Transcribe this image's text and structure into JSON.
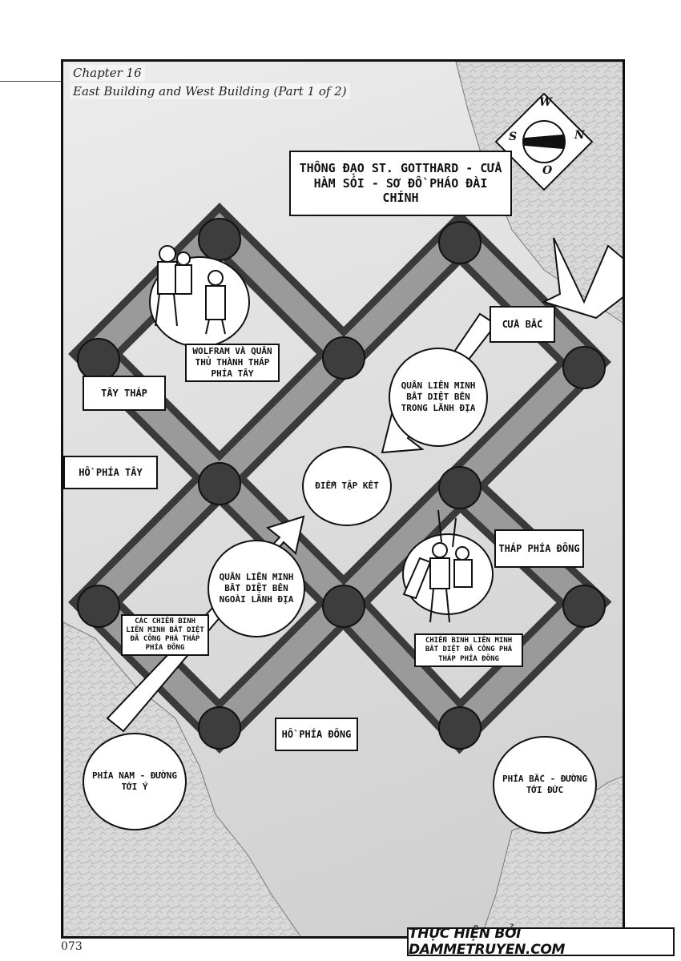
{
  "header": {
    "chapter": "Chapter 16",
    "subtitle": "East Building and West Building (Part 1 of 2)"
  },
  "compass": {
    "w": "W",
    "n": "N",
    "s": "S",
    "o": "O"
  },
  "title_box": "THÔNG ĐẠO ST. GOTTHARD - CỬA HÀM SÓI - SƠ ĐỒ PHÁO ĐÀI CHÍNH",
  "labels": {
    "cua_bac": "CỬA BẮC",
    "wolfram": "WOLFRAM VÀ QUÂN THỦ THÀNH THÁP PHÍA TÂY",
    "tay_thap": "TÂY THÁP",
    "ho_phia_tay": "HỒ PHÍA TÂY",
    "thap_phia_dong": "THÁP PHÍA ĐÔNG",
    "cac_chien_binh": "CÁC CHIẾN BINH LIÊN MINH BẤT DIỆT ĐÃ CÔNG PHÁ THÁP PHÍA ĐÔNG",
    "chien_binh": "CHIẾN BINH LIÊN MINH BẤT DIỆT ĐÃ CÔNG PHÁ THÁP PHÍA ĐÔNG",
    "ho_phia_dong": "HỒ PHÍA ĐÔNG"
  },
  "bubbles": {
    "quan_trong": "QUÂN LIÊN MINH BẤT DIỆT BÊN TRONG LÃNH ĐỊA",
    "diem_tap_ket": "ĐIỂM TẬP KẾT",
    "quan_ngoai": "QUÂN LIÊN MINH BẤT DIỆT BÊN NGOÀI LÃNH ĐỊA",
    "phia_nam": "PHÍA NAM - ĐƯỜNG TỚI Ý",
    "phia_bac": "PHÍA BẮC - ĐƯỜNG TỚI ĐỨC"
  },
  "page_number": "073",
  "credit": "THỰC HIỆN BỞI DAMMETRUYEN.COM"
}
